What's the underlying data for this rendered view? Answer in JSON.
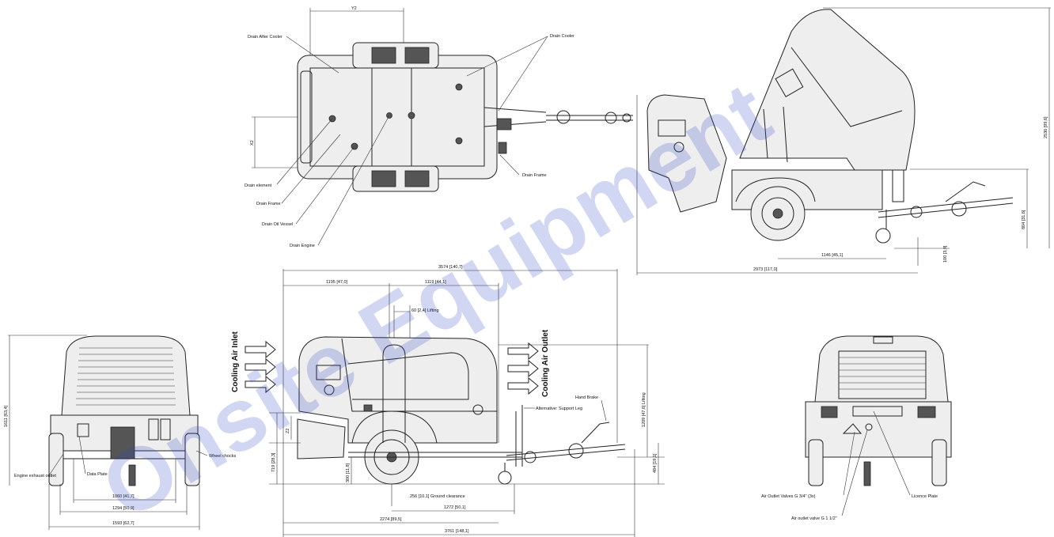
{
  "top_view": {
    "labels": {
      "drain_after_cooler": "Drain After Cooler",
      "drain_cooler": "Drain Cooler",
      "drain_element": "Drain element",
      "drain_frame_left": "Drain Frame",
      "drain_oil_vessel": "Drain Oil Vessel",
      "drain_engine": "Drain Engine",
      "drain_frame_right": "Drain Frame"
    },
    "dims": {
      "y2": "Y2",
      "x2": "X2"
    }
  },
  "open_view": {
    "dims": {
      "height": "2530 [99,6]",
      "tow_height": "804 [31,6]",
      "axle_offset": "1146 [45,1]",
      "small": "100 [3,9]",
      "length": "2973 [117,0]"
    }
  },
  "side_view": {
    "cooling_inlet": "Cooling Air Inlet",
    "cooling_outlet": "Cooling Air Outlet",
    "labels": {
      "lifting_offset": "60 [2,4] Lifting",
      "hand_brake": "Hand Brake",
      "support_leg": "Alternative: Support Leg",
      "ground_clearance": "256 [10,1] Ground clearance"
    },
    "dims": {
      "overall_top": "3574 [140,7]",
      "front_section": "1195 [47,0]",
      "rear_section": "1119 [44,1]",
      "lifting_height": "1209 [47,6] Lifting",
      "body_height": "719 [28,3]",
      "z2": "Z2",
      "axle_height": "300 [11,8]",
      "tow_eye_height": "484 [19,1]",
      "wheel_to_tow": "1272 [50,1]",
      "front_to_wheel": "2274 [89,5]",
      "overall_bottom": "3761 [148,1]"
    }
  },
  "rear_view": {
    "labels": {
      "engine_exhaust": "Engine exhaust outlet",
      "data_plate": "Data Plate",
      "wheel_chocks": "Wheel chocks"
    },
    "dims": {
      "height": "1611 [63,4]",
      "track_inner": "1060 [41,7]",
      "track_mid": "1294 [50,9]",
      "track_outer": "1593 [62,7]"
    }
  },
  "front_view": {
    "labels": {
      "outlet_valves": "Air Outlet Valves G 3/4\" (3x)",
      "outlet_valve": "Air outlet valve G 1 1/2\"",
      "licence_plate": "Licence Plate"
    }
  },
  "watermark": "Onsite Equipment"
}
